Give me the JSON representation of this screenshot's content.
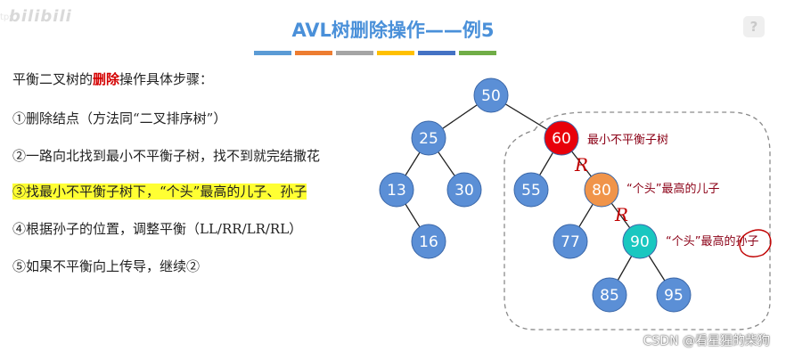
{
  "watermark": {
    "logo": "bilibili",
    "faint": "tps"
  },
  "title": "AVL树删除操作——例5",
  "title_bar_colors": [
    "#5b9bd5",
    "#ed7d31",
    "#a5a5a5",
    "#ffc000",
    "#4472c4",
    "#70ad47"
  ],
  "help_icon": "?",
  "steps": {
    "intro_prefix": "平衡二叉树的",
    "intro_red": "删除",
    "intro_suffix": "操作具体步骤：",
    "s1": "①删除结点（方法同“二叉排序树”）",
    "s2": "②一路向北找到最小不平衡子树，找不到就完结撒花",
    "s3": "③找最小不平衡子树下，“个头”最高的儿子、孙子",
    "s4": "④根据孙子的位置，调整平衡（LL/RR/LR/RL）",
    "s5": "⑤如果不平衡向上传导，继续②"
  },
  "tree": {
    "colors": {
      "normal": "#5b8fd6",
      "unbalanced": "#e8000a",
      "child": "#f0944a",
      "grandchild": "#19c7c0"
    },
    "nodes": [
      {
        "id": "n50",
        "label": "50",
        "kind": "normal"
      },
      {
        "id": "n25",
        "label": "25",
        "kind": "normal"
      },
      {
        "id": "n60",
        "label": "60",
        "kind": "unbalanced"
      },
      {
        "id": "n13",
        "label": "13",
        "kind": "normal"
      },
      {
        "id": "n30",
        "label": "30",
        "kind": "normal"
      },
      {
        "id": "n16",
        "label": "16",
        "kind": "normal"
      },
      {
        "id": "n55",
        "label": "55",
        "kind": "normal"
      },
      {
        "id": "n80",
        "label": "80",
        "kind": "child"
      },
      {
        "id": "n77",
        "label": "77",
        "kind": "normal"
      },
      {
        "id": "n90",
        "label": "90",
        "kind": "grandchild"
      },
      {
        "id": "n85",
        "label": "85",
        "kind": "normal"
      },
      {
        "id": "n95",
        "label": "95",
        "kind": "normal"
      }
    ],
    "edges": [
      [
        "n50",
        "n25"
      ],
      [
        "n50",
        "n60"
      ],
      [
        "n25",
        "n13"
      ],
      [
        "n25",
        "n30"
      ],
      [
        "n13",
        "n16"
      ],
      [
        "n60",
        "n55"
      ],
      [
        "n60",
        "n80"
      ],
      [
        "n80",
        "n77"
      ],
      [
        "n80",
        "n90"
      ],
      [
        "n90",
        "n85"
      ],
      [
        "n90",
        "n95"
      ]
    ],
    "annotations": {
      "unbalanced": "最小不平衡子树",
      "child": "“个头”最高的儿子",
      "grandchild": "“个头”最高的孙子"
    },
    "marks": {
      "r1": "R",
      "r2": "R"
    }
  },
  "credit": "CSDN @看星猩的柴狗"
}
